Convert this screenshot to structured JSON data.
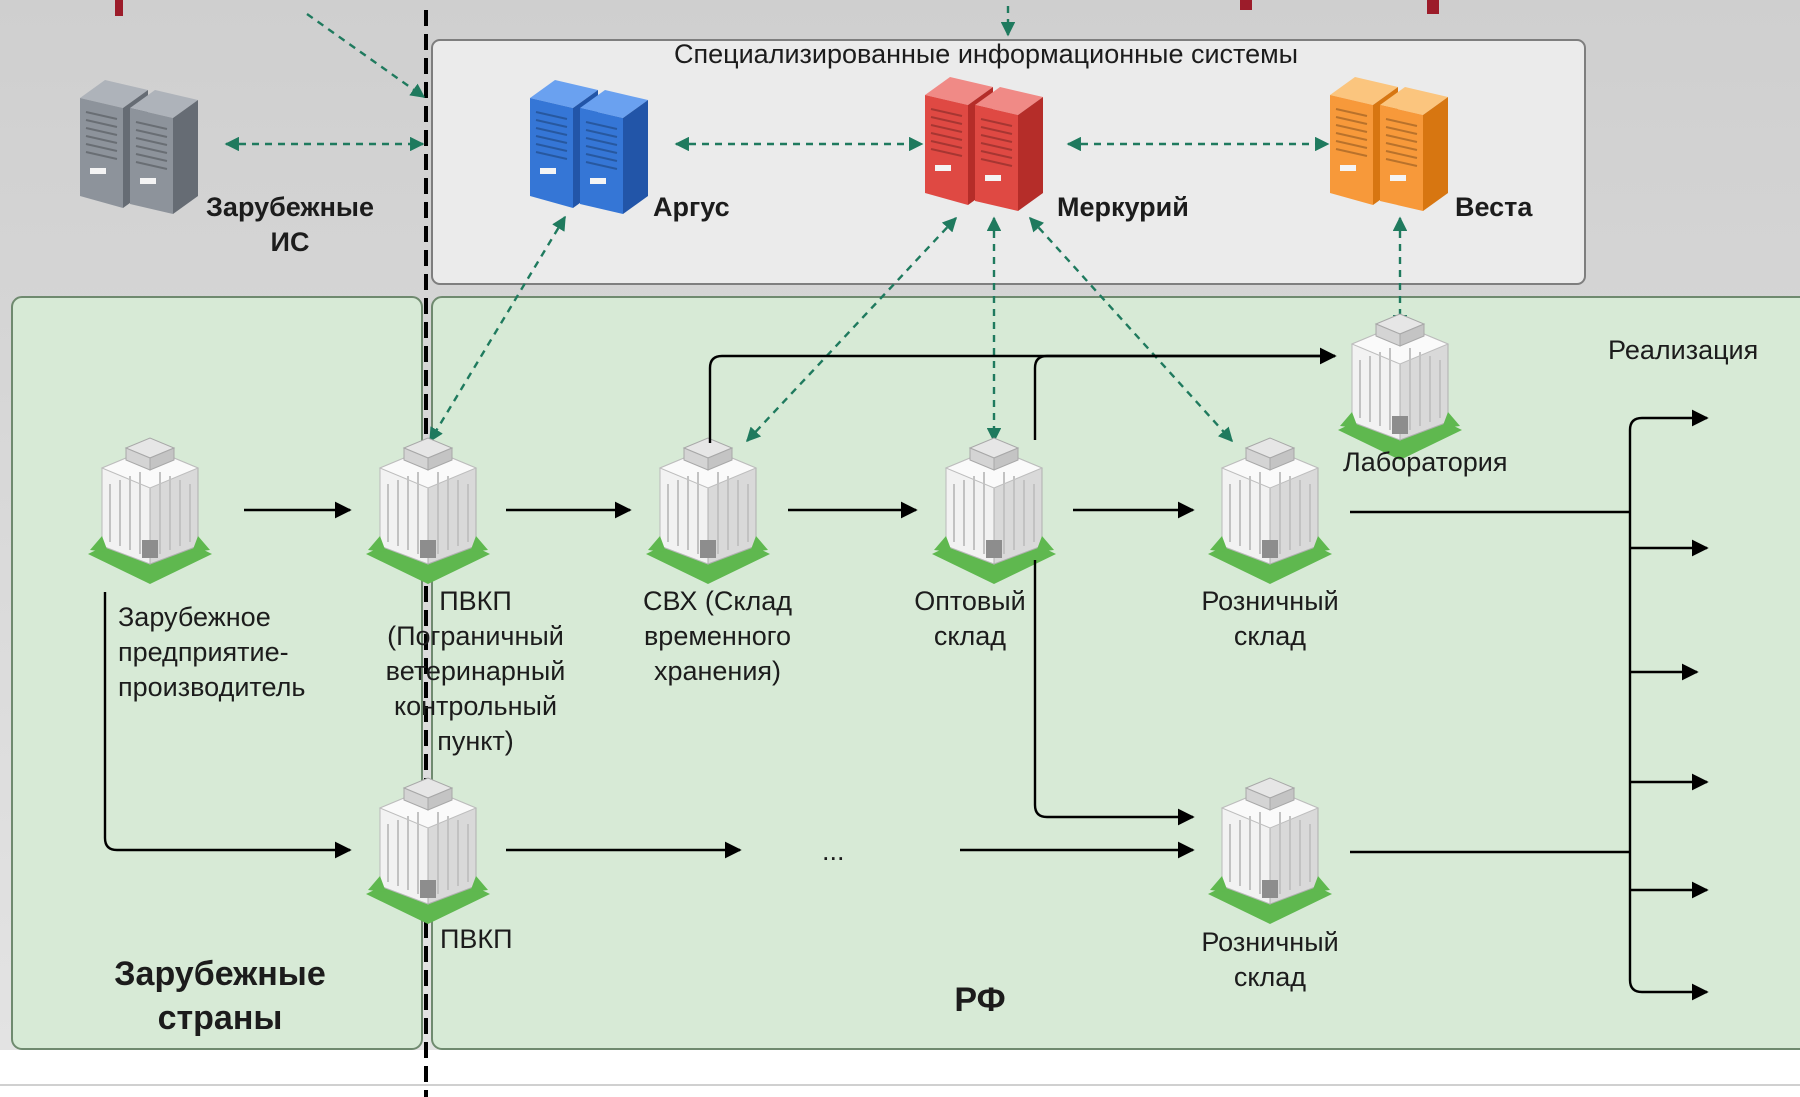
{
  "title": "Специализированные информационные системы",
  "regions": {
    "foreign": "Зарубежные страны",
    "rf": "РФ"
  },
  "systems": {
    "foreign_is": "Зарубежные ИС",
    "argus": "Аргус",
    "mercury": "Меркурий",
    "vesta": "Веста"
  },
  "nodes": {
    "producer": "Зарубежное предприятие-производитель",
    "pvkp_main": "ПВКП (Пограничный ветеринарный контрольный пункт)",
    "svh": "СВХ (Склад временного хранения)",
    "wholesale": "Оптовый склад",
    "retail_1": "Розничный склад",
    "lab": "Лаборатория",
    "pvkp_2": "ПВКП",
    "ellipsis": "...",
    "retail_2": "Розничный склад"
  },
  "realization": "Реализация",
  "colors": {
    "region_fill": "#d7ead6",
    "region_border": "#6f8a6f",
    "is_panel_fill": "#ebebeb",
    "dashed_link": "#1f7a5e",
    "flow_arrow": "#000000",
    "server_gray": "#7d8590",
    "server_blue": "#2f6fd1",
    "server_red": "#e0443e",
    "server_orange": "#f79a2e"
  }
}
